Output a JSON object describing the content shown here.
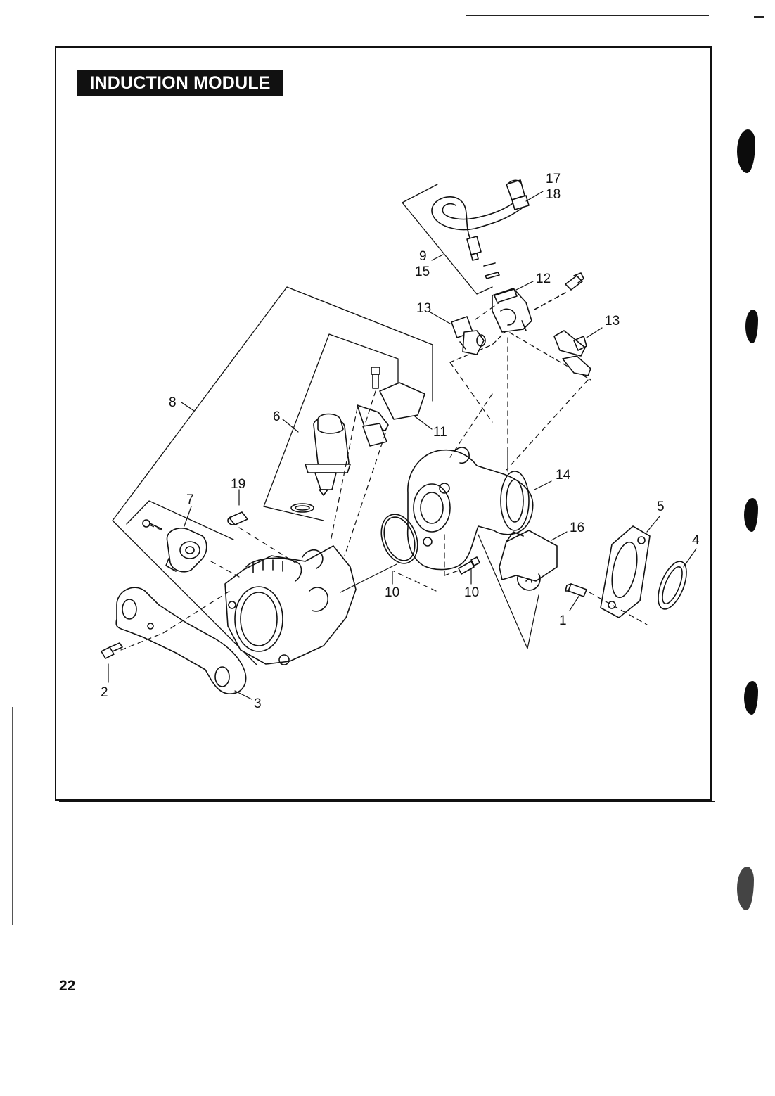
{
  "title": "INDUCTION MODULE",
  "page_number": "22",
  "callouts": [
    {
      "id": "c1",
      "label": "1"
    },
    {
      "id": "c2",
      "label": "2"
    },
    {
      "id": "c3",
      "label": "3"
    },
    {
      "id": "c4",
      "label": "4"
    },
    {
      "id": "c5",
      "label": "5"
    },
    {
      "id": "c6",
      "label": "6"
    },
    {
      "id": "c7",
      "label": "7"
    },
    {
      "id": "c8",
      "label": "8"
    },
    {
      "id": "c9",
      "label": "9"
    },
    {
      "id": "c10a",
      "label": "10"
    },
    {
      "id": "c10b",
      "label": "10"
    },
    {
      "id": "c11",
      "label": "11"
    },
    {
      "id": "c12",
      "label": "12"
    },
    {
      "id": "c13a",
      "label": "13"
    },
    {
      "id": "c13b",
      "label": "13"
    },
    {
      "id": "c14",
      "label": "14"
    },
    {
      "id": "c15",
      "label": "15"
    },
    {
      "id": "c16",
      "label": "16"
    },
    {
      "id": "c17",
      "label": "17"
    },
    {
      "id": "c18",
      "label": "18"
    },
    {
      "id": "c19",
      "label": "19"
    }
  ]
}
